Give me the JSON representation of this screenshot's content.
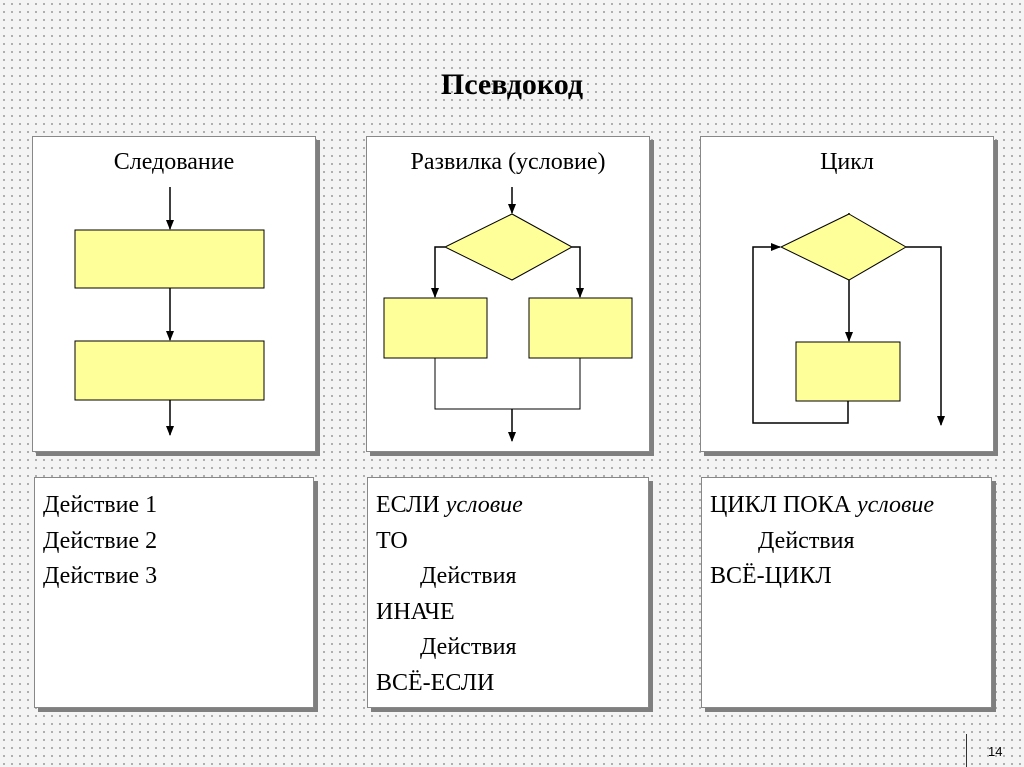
{
  "title": "Псевдокод",
  "colors": {
    "block_fill": "#ffff99",
    "line": "#000000",
    "shadow": "#7f7f7f"
  },
  "panels": {
    "sequence": {
      "caption": "Следование"
    },
    "branch": {
      "caption": "Развилка (условие)"
    },
    "loop": {
      "caption": "Цикл"
    }
  },
  "code": {
    "sequence": [
      "Действие 1",
      "Действие 2",
      "Действие 3"
    ],
    "branch": {
      "if_kw": "ЕСЛИ",
      "if_cond": "условие",
      "then_kw": "ТО",
      "then_action": "Действия",
      "else_kw": "ИНАЧЕ",
      "else_action": "Действия",
      "end_kw": "ВСЁ-ЕСЛИ"
    },
    "loop": {
      "while_kw": "ЦИКЛ ПОКА",
      "while_cond": "условие",
      "body": "Действия",
      "end_kw": "ВСЁ-ЦИКЛ"
    }
  },
  "page_number": "14"
}
